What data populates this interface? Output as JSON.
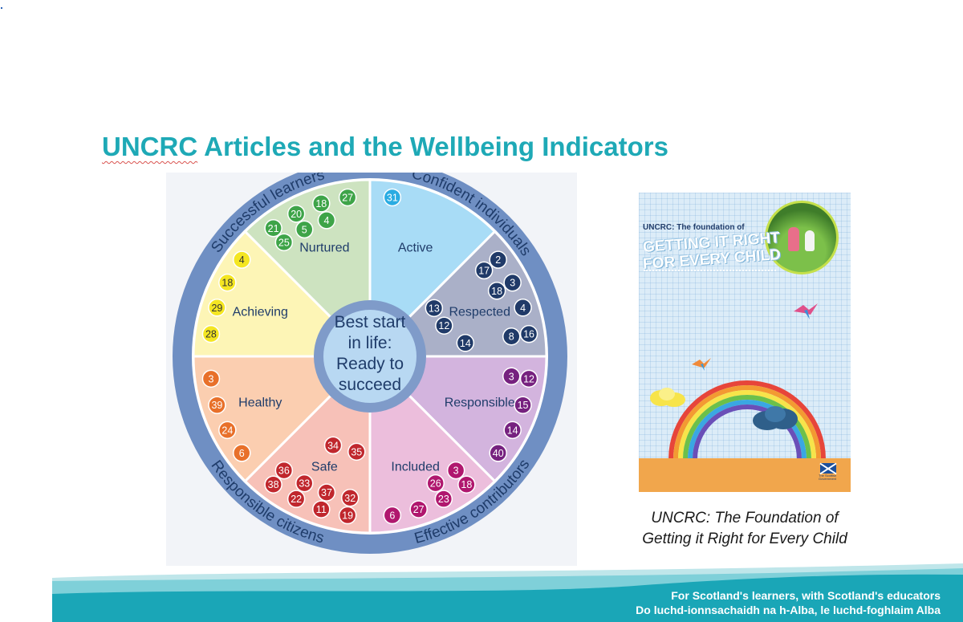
{
  "slide": {
    "title_prefix": "UNCRC",
    "title_rest": " Articles and the Wellbeing Indicators"
  },
  "wheel": {
    "center_lines": [
      "Best start",
      "in life:",
      "Ready to",
      "succeed"
    ],
    "outer_labels": [
      {
        "text": "Successful learners"
      },
      {
        "text": "Confident individuals"
      },
      {
        "text": "Effective contributors"
      },
      {
        "text": "Responsible citizens"
      }
    ],
    "segments": [
      {
        "name": "Active",
        "fill": "#a8dcf6",
        "badge_color": "#2aace2",
        "articles": [
          31
        ]
      },
      {
        "name": "Respected",
        "fill": "#aab0c8",
        "badge_color": "#203a68",
        "articles": [
          2,
          3,
          4,
          16,
          17,
          18,
          8,
          14,
          13,
          12
        ]
      },
      {
        "name": "Responsible",
        "fill": "#d3b4de",
        "badge_color": "#76217f",
        "articles": [
          12,
          15,
          14,
          40,
          3
        ]
      },
      {
        "name": "Included",
        "fill": "#ecbedc",
        "badge_color": "#b0176e",
        "articles": [
          18,
          23,
          27,
          6,
          3,
          26
        ]
      },
      {
        "name": "Safe",
        "fill": "#f7c1b8",
        "badge_color": "#c0272d",
        "articles": [
          19,
          11,
          22,
          38,
          32,
          37,
          33,
          36,
          35,
          34
        ]
      },
      {
        "name": "Healthy",
        "fill": "#fbceb0",
        "badge_color": "#e8702a",
        "articles": [
          6,
          24,
          39,
          3
        ]
      },
      {
        "name": "Achieving",
        "fill": "#fdf5b6",
        "badge_color": "#f4e622",
        "articles": [
          28,
          29,
          18,
          4
        ]
      },
      {
        "name": "Nurtured",
        "fill": "#cde3c0",
        "badge_color": "#3ea448",
        "articles": [
          21,
          20,
          18,
          27,
          25,
          5,
          4
        ]
      }
    ],
    "ring_color": "#7f9bc9",
    "outer_ring_color": "#6f8fc3"
  },
  "booklet": {
    "heading_small": "UNCRC: The foundation of",
    "heading_big_1": "GETTING IT RIGHT",
    "heading_big_2": "FOR EVERY CHILD",
    "logo_text": "The Scottish Government"
  },
  "caption": {
    "line1": "UNCRC: The Foundation of",
    "line2": "Getting it Right for Every Child"
  },
  "footer": {
    "line1": "For Scotland's learners, with Scotland's educators",
    "line2": "Do luchd-ionnsachaidh na h-Alba, le luchd-foghlaim Alba",
    "colors": [
      "#1aa6b7",
      "#7fd0d9",
      "#bfe6ea"
    ]
  }
}
